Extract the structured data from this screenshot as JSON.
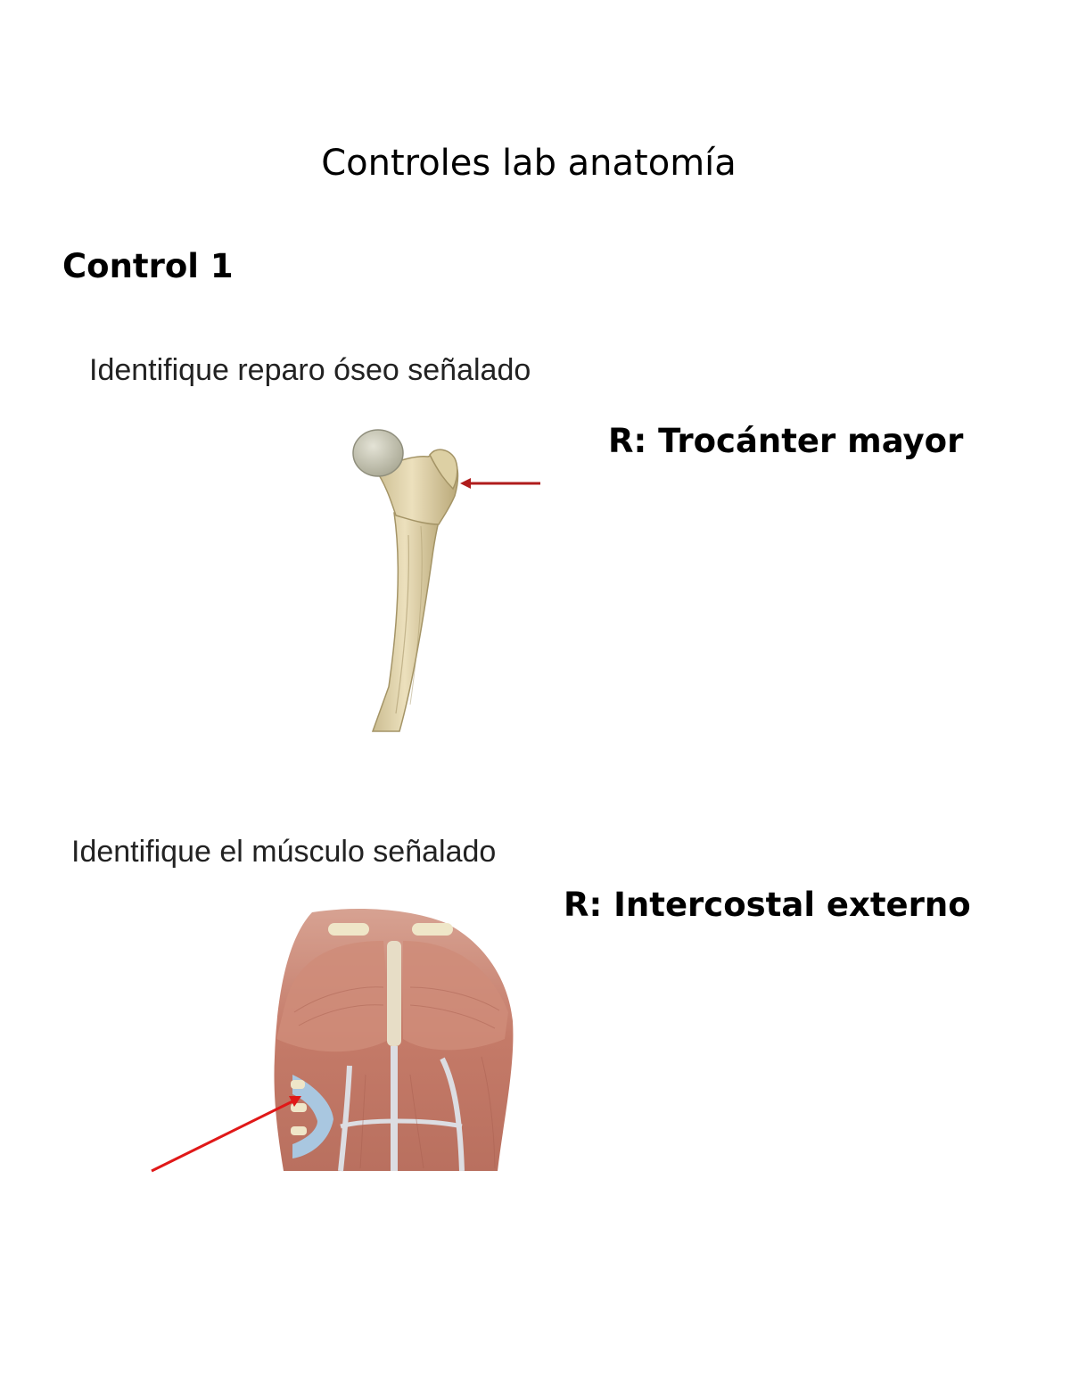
{
  "document": {
    "title": "Controles lab anatomía",
    "section": "Control 1"
  },
  "questions": [
    {
      "prompt": "Identifique reparo óseo señalado",
      "answer": "R: Trocánter mayor",
      "image": "femur-illustration",
      "pointer_color": "#b01c1c"
    },
    {
      "prompt": "Identifique el músculo señalado",
      "answer": "R: Intercostal externo",
      "image": "torso-muscle-model",
      "pointer_color": "#e01818"
    }
  ]
}
